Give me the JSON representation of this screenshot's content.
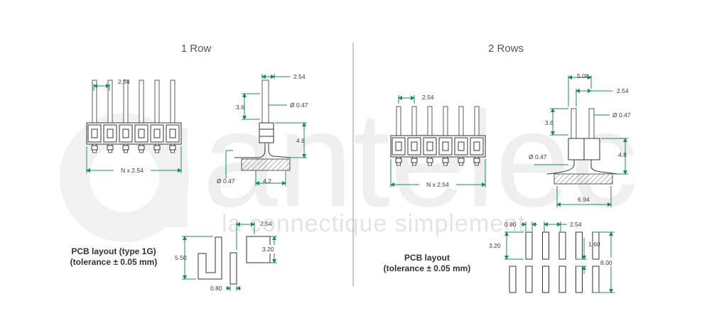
{
  "watermark": {
    "brand": "antelec",
    "tagline": "la connectique simplement"
  },
  "one_row": {
    "title": "1 Row",
    "dims": {
      "pitch": "2.54",
      "length": "N x 2.54",
      "pitch_side": "2.54",
      "pin_top": "3.6",
      "pin_dia_top": "Ø 0.47",
      "insulator": "4.8",
      "pin_dia_bottom": "Ø 0.47",
      "tail": "4.2",
      "pad_pitch": "2.54",
      "pad_height": "3.20",
      "hole_height": "5.50",
      "pad_width": "0.80"
    },
    "pcb_label": [
      "PCB layout (type 1G)",
      "(tolerance ± 0.05 mm)"
    ]
  },
  "two_rows": {
    "title": "2 Rows",
    "dims": {
      "pitch": "2.54",
      "length": "N x 2.54",
      "row_spacing": "5.08",
      "pitch_side": "2.54",
      "pin_top": "3.6",
      "pin_dia_top": "Ø 0.47",
      "pin_dia_bottom": "Ø 0.47",
      "insulator": "4.8",
      "tail": "6.94",
      "pad_width": "0.80",
      "pad_pitch": "2.54",
      "pad_height": "3.20",
      "gap": "1.60",
      "total": "8.00"
    },
    "pcb_label": [
      "PCB layout",
      "(tolerance ± 0.05 mm)"
    ]
  },
  "colors": {
    "dimension": "#1a8a5a",
    "outline": "#333333",
    "watermark": "#efefef",
    "title": "#555555"
  }
}
